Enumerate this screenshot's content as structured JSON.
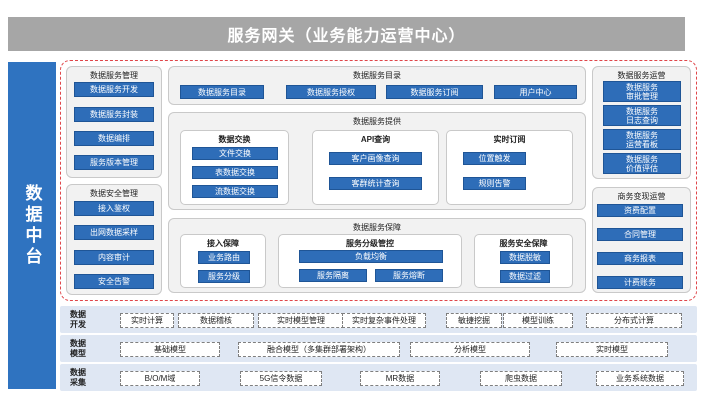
{
  "title": "服务网关（业务能力运营中心）",
  "side_label": "数据中台",
  "mgmt": {
    "title": "数据服务管理",
    "items": [
      "数据服务开发",
      "数据服务封装",
      "数据编排",
      "服务版本管理"
    ]
  },
  "security": {
    "title": "数据安全管理",
    "items": [
      "接入鉴权",
      "出网数据采样",
      "内容审计",
      "安全告警"
    ]
  },
  "catalog": {
    "title": "数据服务目录",
    "items": [
      "数据服务目录",
      "数据服务授权",
      "数据服务订阅",
      "用户中心"
    ]
  },
  "provide": {
    "title": "数据服务提供",
    "exchange": {
      "title": "数据交换",
      "items": [
        "文件交换",
        "表数据交换",
        "流数据交换"
      ]
    },
    "api": {
      "title": "API查询",
      "items": [
        "客户画像查询",
        "客群统计查询"
      ]
    },
    "sub": {
      "title": "实时订阅",
      "items": [
        "位置触发",
        "规则告警"
      ]
    }
  },
  "guarantee": {
    "title": "数据服务保障",
    "access": {
      "title": "接入保障",
      "items": [
        "业务路由",
        "服务分级"
      ]
    },
    "ctrl": {
      "title": "服务分级管控",
      "items": [
        "负载均衡",
        "服务隔离",
        "服务熔断"
      ]
    },
    "safe": {
      "title": "服务安全保障",
      "items": [
        "数据脱敏",
        "数据过滤"
      ]
    }
  },
  "ops": {
    "title": "数据服务运营",
    "items": [
      "数据服务\n审批管理",
      "数据服务\n日志查询",
      "数据服务\n运营看板",
      "数据服务\n价值评估"
    ]
  },
  "biz": {
    "title": "商务变现运营",
    "items": [
      "资费配置",
      "合同管理",
      "商务报表",
      "计费账务"
    ]
  },
  "rows": [
    {
      "label": "数据\n开发",
      "chips": [
        "实时计算",
        "数据稽核",
        "实时模型管理",
        "实时复杂事件处理",
        "敏捷挖掘",
        "模型训练",
        "分布式计算"
      ]
    },
    {
      "label": "数据\n模型",
      "chips": [
        "基础模型",
        "融合模型（多集群部署架构）",
        "分析模型",
        "实时模型"
      ]
    },
    {
      "label": "数据\n采集",
      "chips": [
        "B/O/M域",
        "5G信令数据",
        "MR数据",
        "爬虫数据",
        "业务系统数据"
      ]
    }
  ],
  "colors": {
    "accent": "#2e6db8",
    "side": "#2f73c0",
    "dashed": "#e0464a",
    "band": "#dfe7f3"
  }
}
